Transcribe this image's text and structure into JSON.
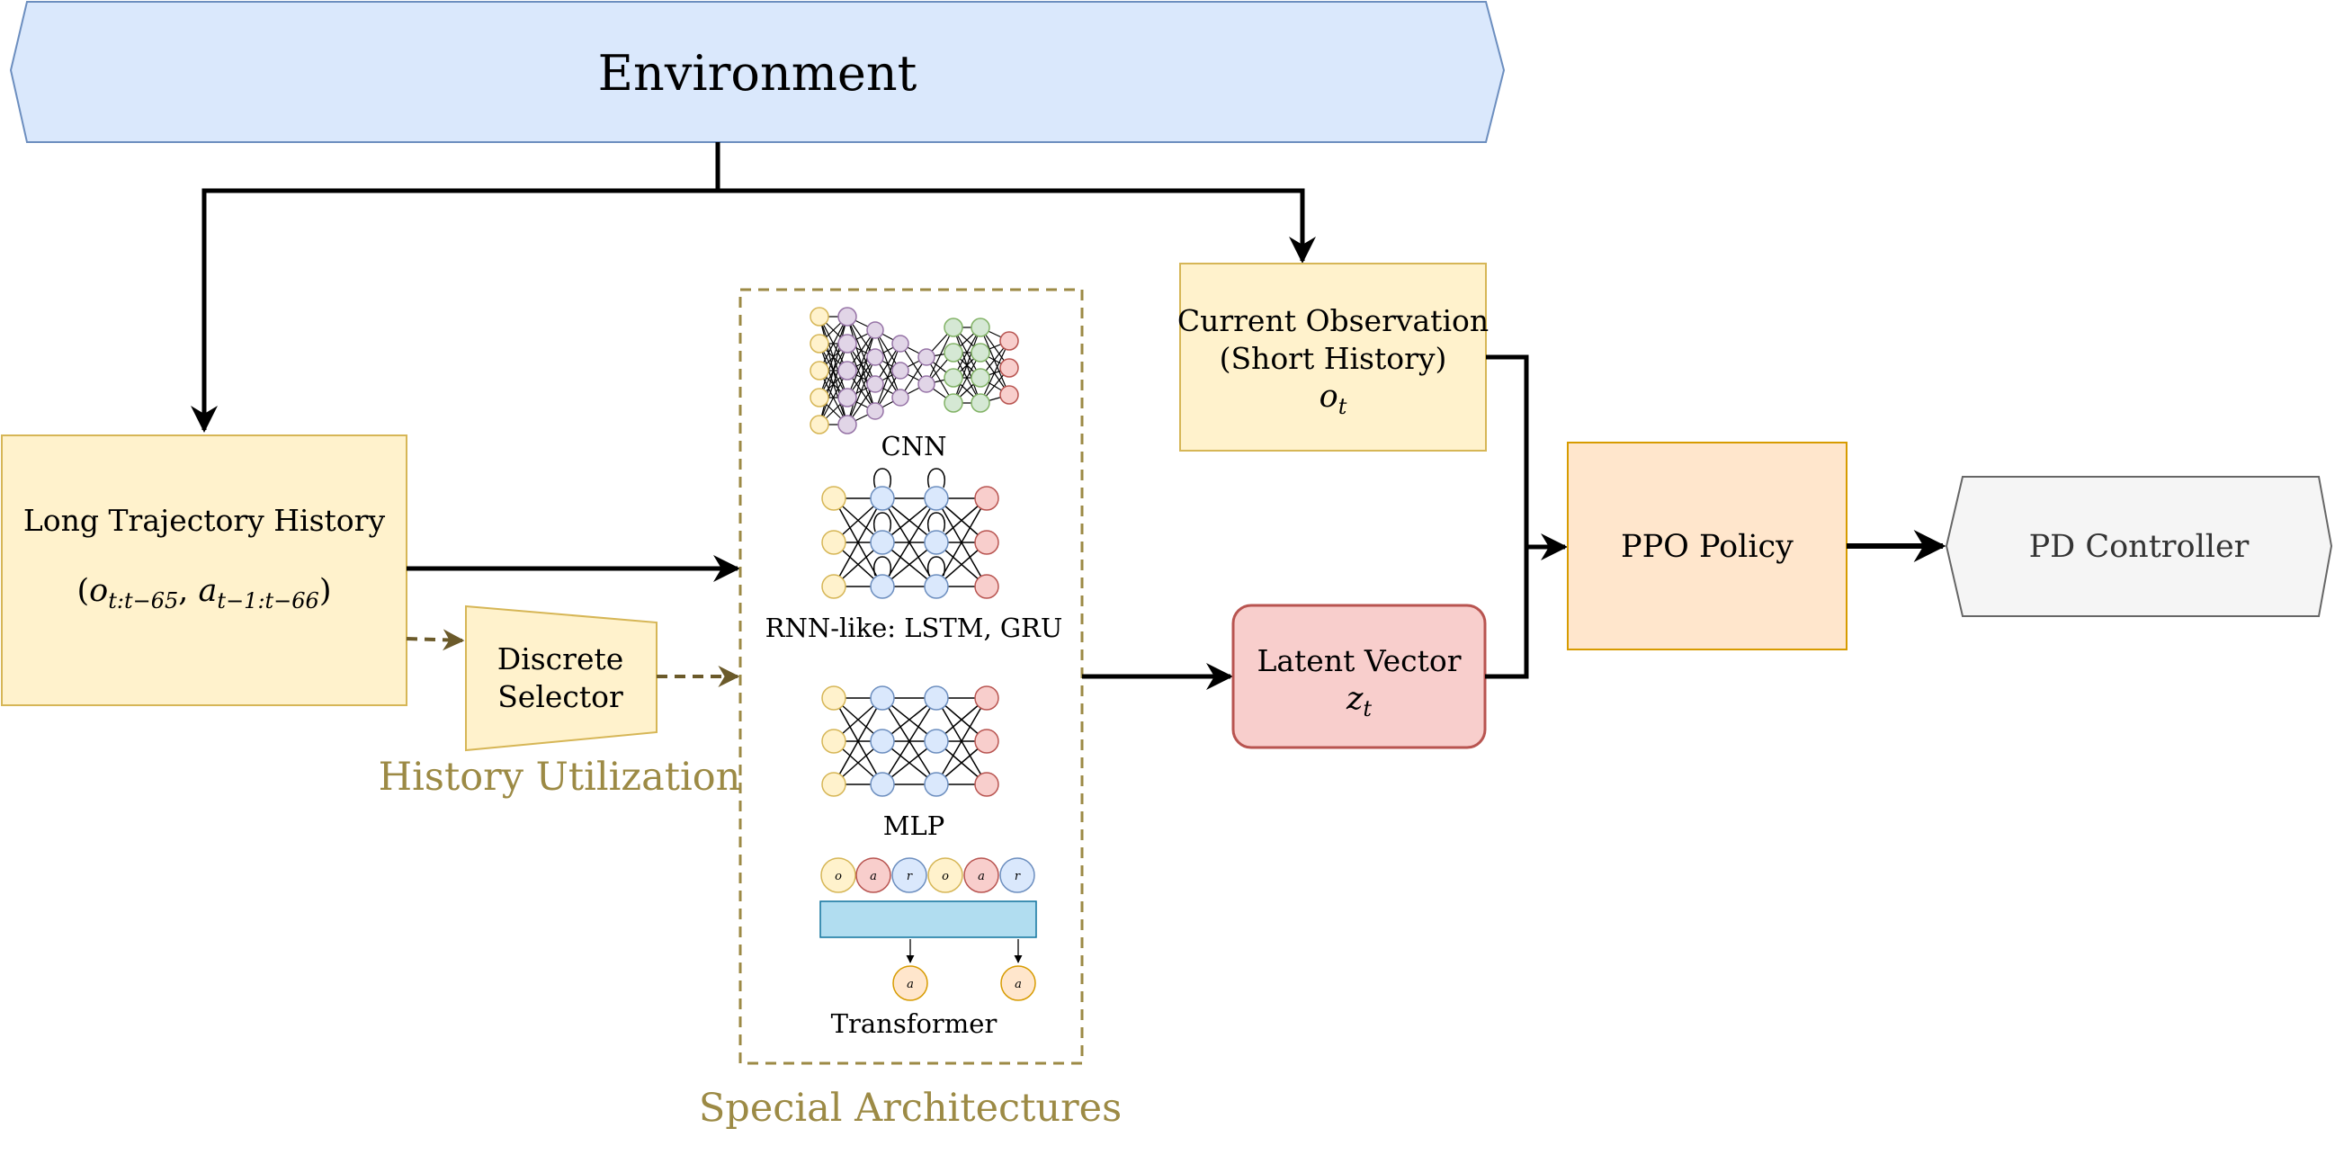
{
  "colors": {
    "environment_fill": "#dae8fc",
    "environment_stroke": "#6c8ebf",
    "yellow_fill": "#fff2cc",
    "yellow_stroke": "#d6b656",
    "orange_fill": "#ffe6cc",
    "orange_stroke": "#d79b00",
    "red_fill": "#f8cecc",
    "red_stroke": "#b85450",
    "gray_fill": "#f5f5f5",
    "gray_stroke": "#666666",
    "accent_gold": "#9c8a45",
    "arrow_black": "#000000",
    "dashed_arrow": "#6b5a2a",
    "transformer_bar": "#b1ddf0"
  },
  "environment": {
    "label": "Environment"
  },
  "long_history": {
    "title": "Long Trajectory History",
    "formula": "(o_{t:t−65}, a_{t−1:t−66})"
  },
  "discrete_selector": {
    "line1": "Discrete",
    "line2": "Selector"
  },
  "history_utilization": {
    "label": "History Utilization"
  },
  "special_architectures": {
    "label": "Special Architectures",
    "items": [
      {
        "label": "CNN",
        "icon": "cnn-network-icon"
      },
      {
        "label": "RNN-like: LSTM, GRU",
        "icon": "rnn-network-icon"
      },
      {
        "label": "MLP",
        "icon": "mlp-network-icon"
      },
      {
        "label": "Transformer",
        "icon": "transformer-icon"
      }
    ],
    "transformer_tokens": [
      "o",
      "a",
      "r",
      "o",
      "a",
      "r"
    ],
    "transformer_outputs": [
      "a",
      "a"
    ]
  },
  "current_observation": {
    "line1": "Current Observation",
    "line2": "(Short History)",
    "symbol": "o",
    "subscript": "t"
  },
  "latent_vector": {
    "line1": "Latent Vector",
    "symbol": "z",
    "subscript": "t"
  },
  "ppo_policy": {
    "label": "PPO Policy"
  },
  "pd_controller": {
    "label": "PD Controller"
  }
}
